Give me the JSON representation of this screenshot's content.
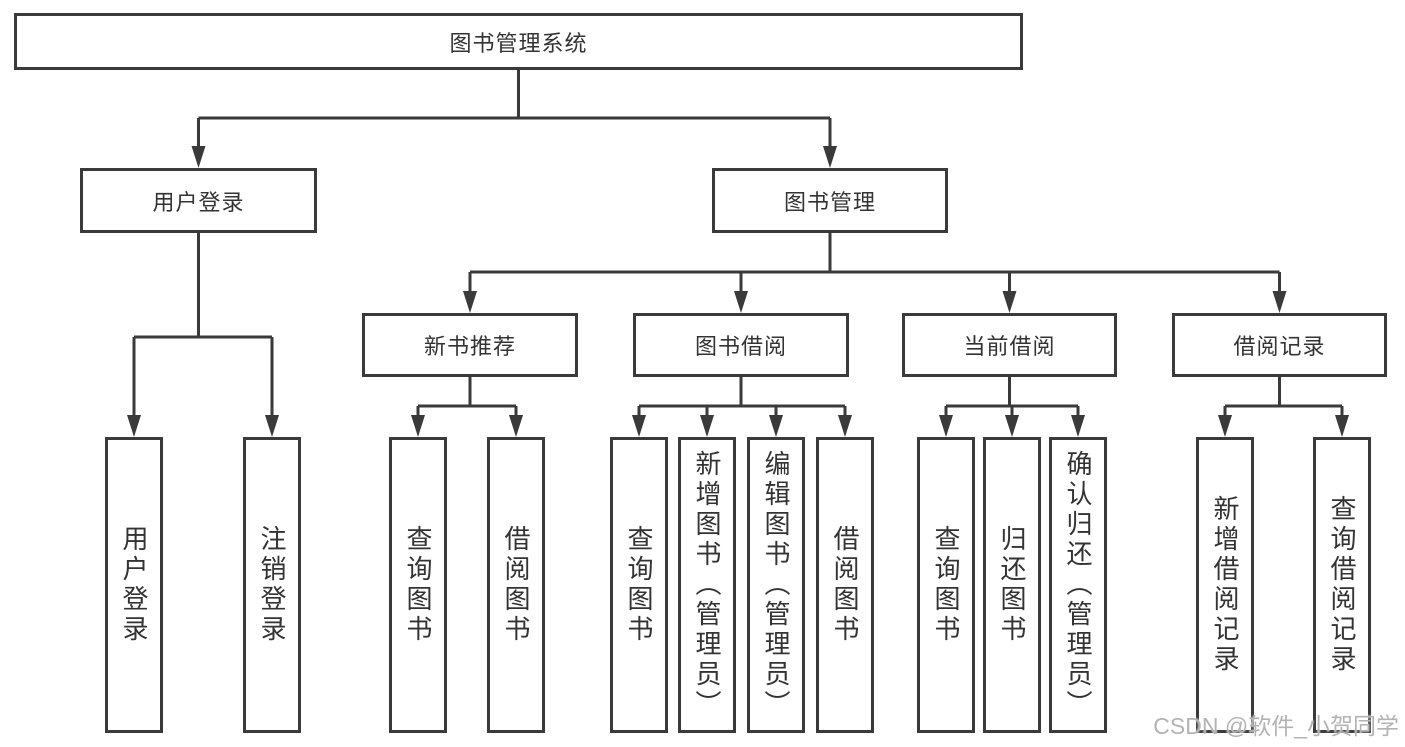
{
  "diagram": {
    "root": {
      "label": "图书管理系统"
    },
    "level2": [
      {
        "label": "用户登录"
      },
      {
        "label": "图书管理"
      }
    ],
    "level3": [
      {
        "label": "新书推荐"
      },
      {
        "label": "图书借阅"
      },
      {
        "label": "当前借阅"
      },
      {
        "label": "借阅记录"
      }
    ],
    "leaves": {
      "user_login": [
        {
          "label": "用户登录"
        },
        {
          "label": "注销登录"
        }
      ],
      "new_book_recommend": [
        {
          "label": "查询图书"
        },
        {
          "label": "借阅图书"
        }
      ],
      "book_borrow": [
        {
          "label": "查询图书"
        },
        {
          "label": "新增图书（管理员）"
        },
        {
          "label": "编辑图书（管理员）"
        },
        {
          "label": "借阅图书"
        }
      ],
      "current_borrow": [
        {
          "label": "查询图书"
        },
        {
          "label": "归还图书"
        },
        {
          "label": "确认归还（管理员）"
        }
      ],
      "borrow_record": [
        {
          "label": "新增借阅记录"
        },
        {
          "label": "查询借阅记录"
        }
      ]
    },
    "watermark": "CSDN @软件_小贺同学",
    "colors": {
      "line": "#3a3a3a",
      "text": "#333333",
      "watermark": "#b3b3b3",
      "background": "#ffffff"
    }
  }
}
